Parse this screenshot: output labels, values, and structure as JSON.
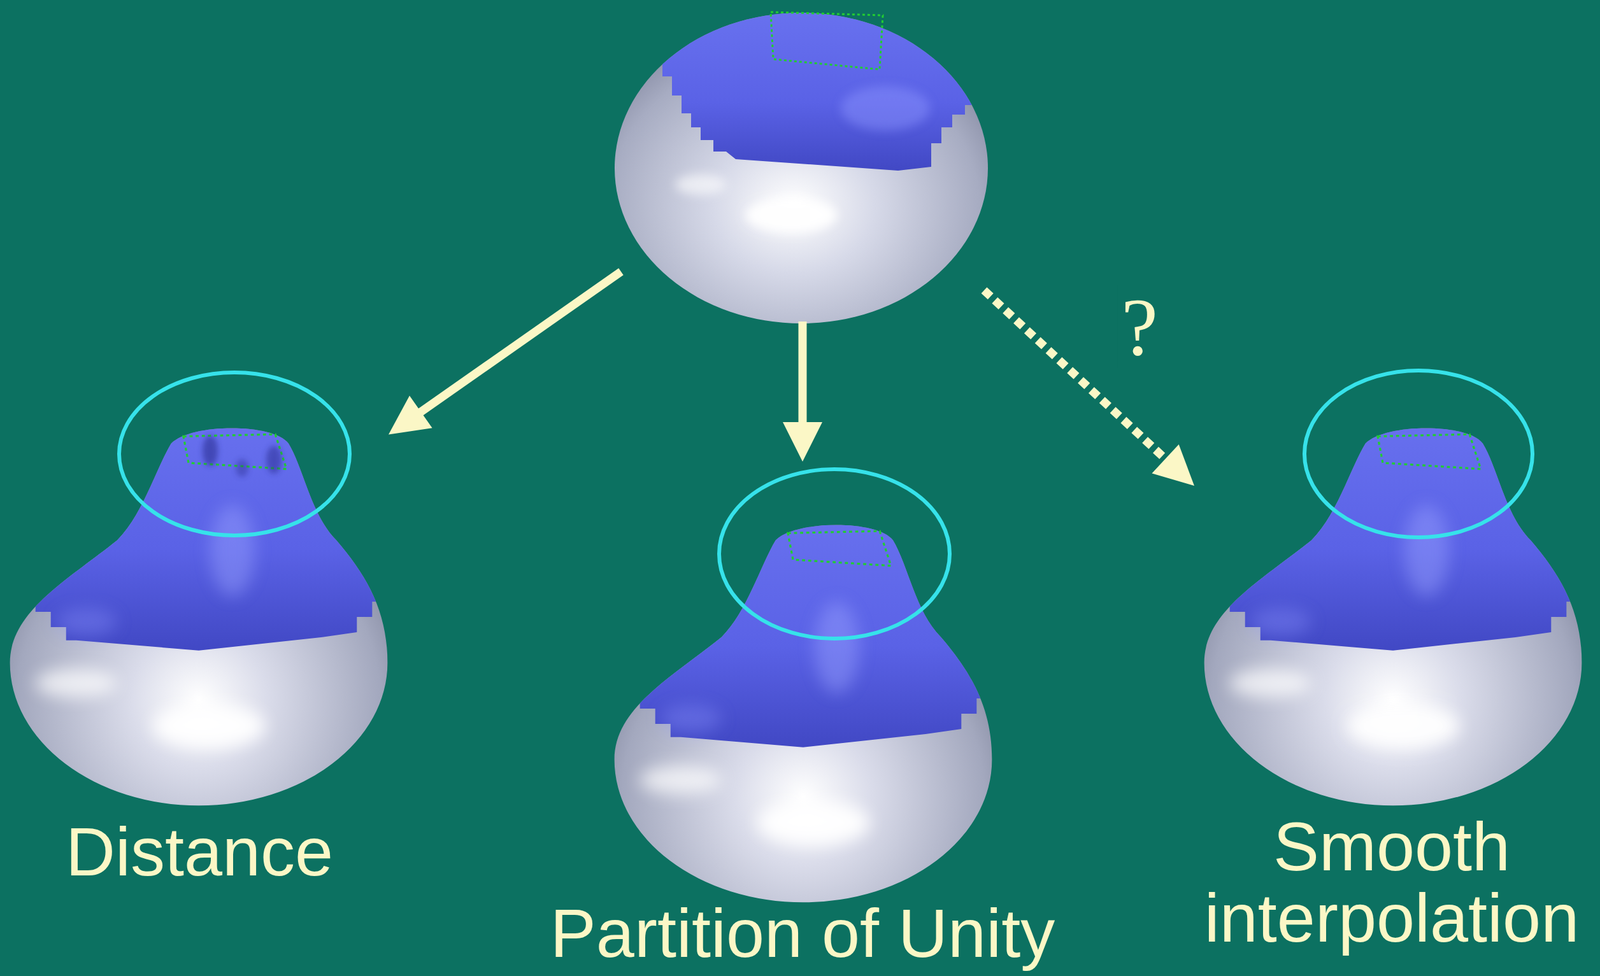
{
  "diagram": {
    "nodes": [
      {
        "text": []
      },
      {
        "text": [
          "Distance"
        ]
      },
      {
        "text": [
          "Partition of Unity"
        ]
      },
      {
        "text": [
          "Smooth interpolation"
        ]
      }
    ],
    "edges": [
      {
        "from": 0,
        "to": 1,
        "arrow": "to"
      },
      {
        "from": 0,
        "to": 2,
        "arrow": "to"
      },
      {
        "from": 0,
        "to": 3,
        "arrow": "to",
        "label": "?"
      }
    ]
  }
}
